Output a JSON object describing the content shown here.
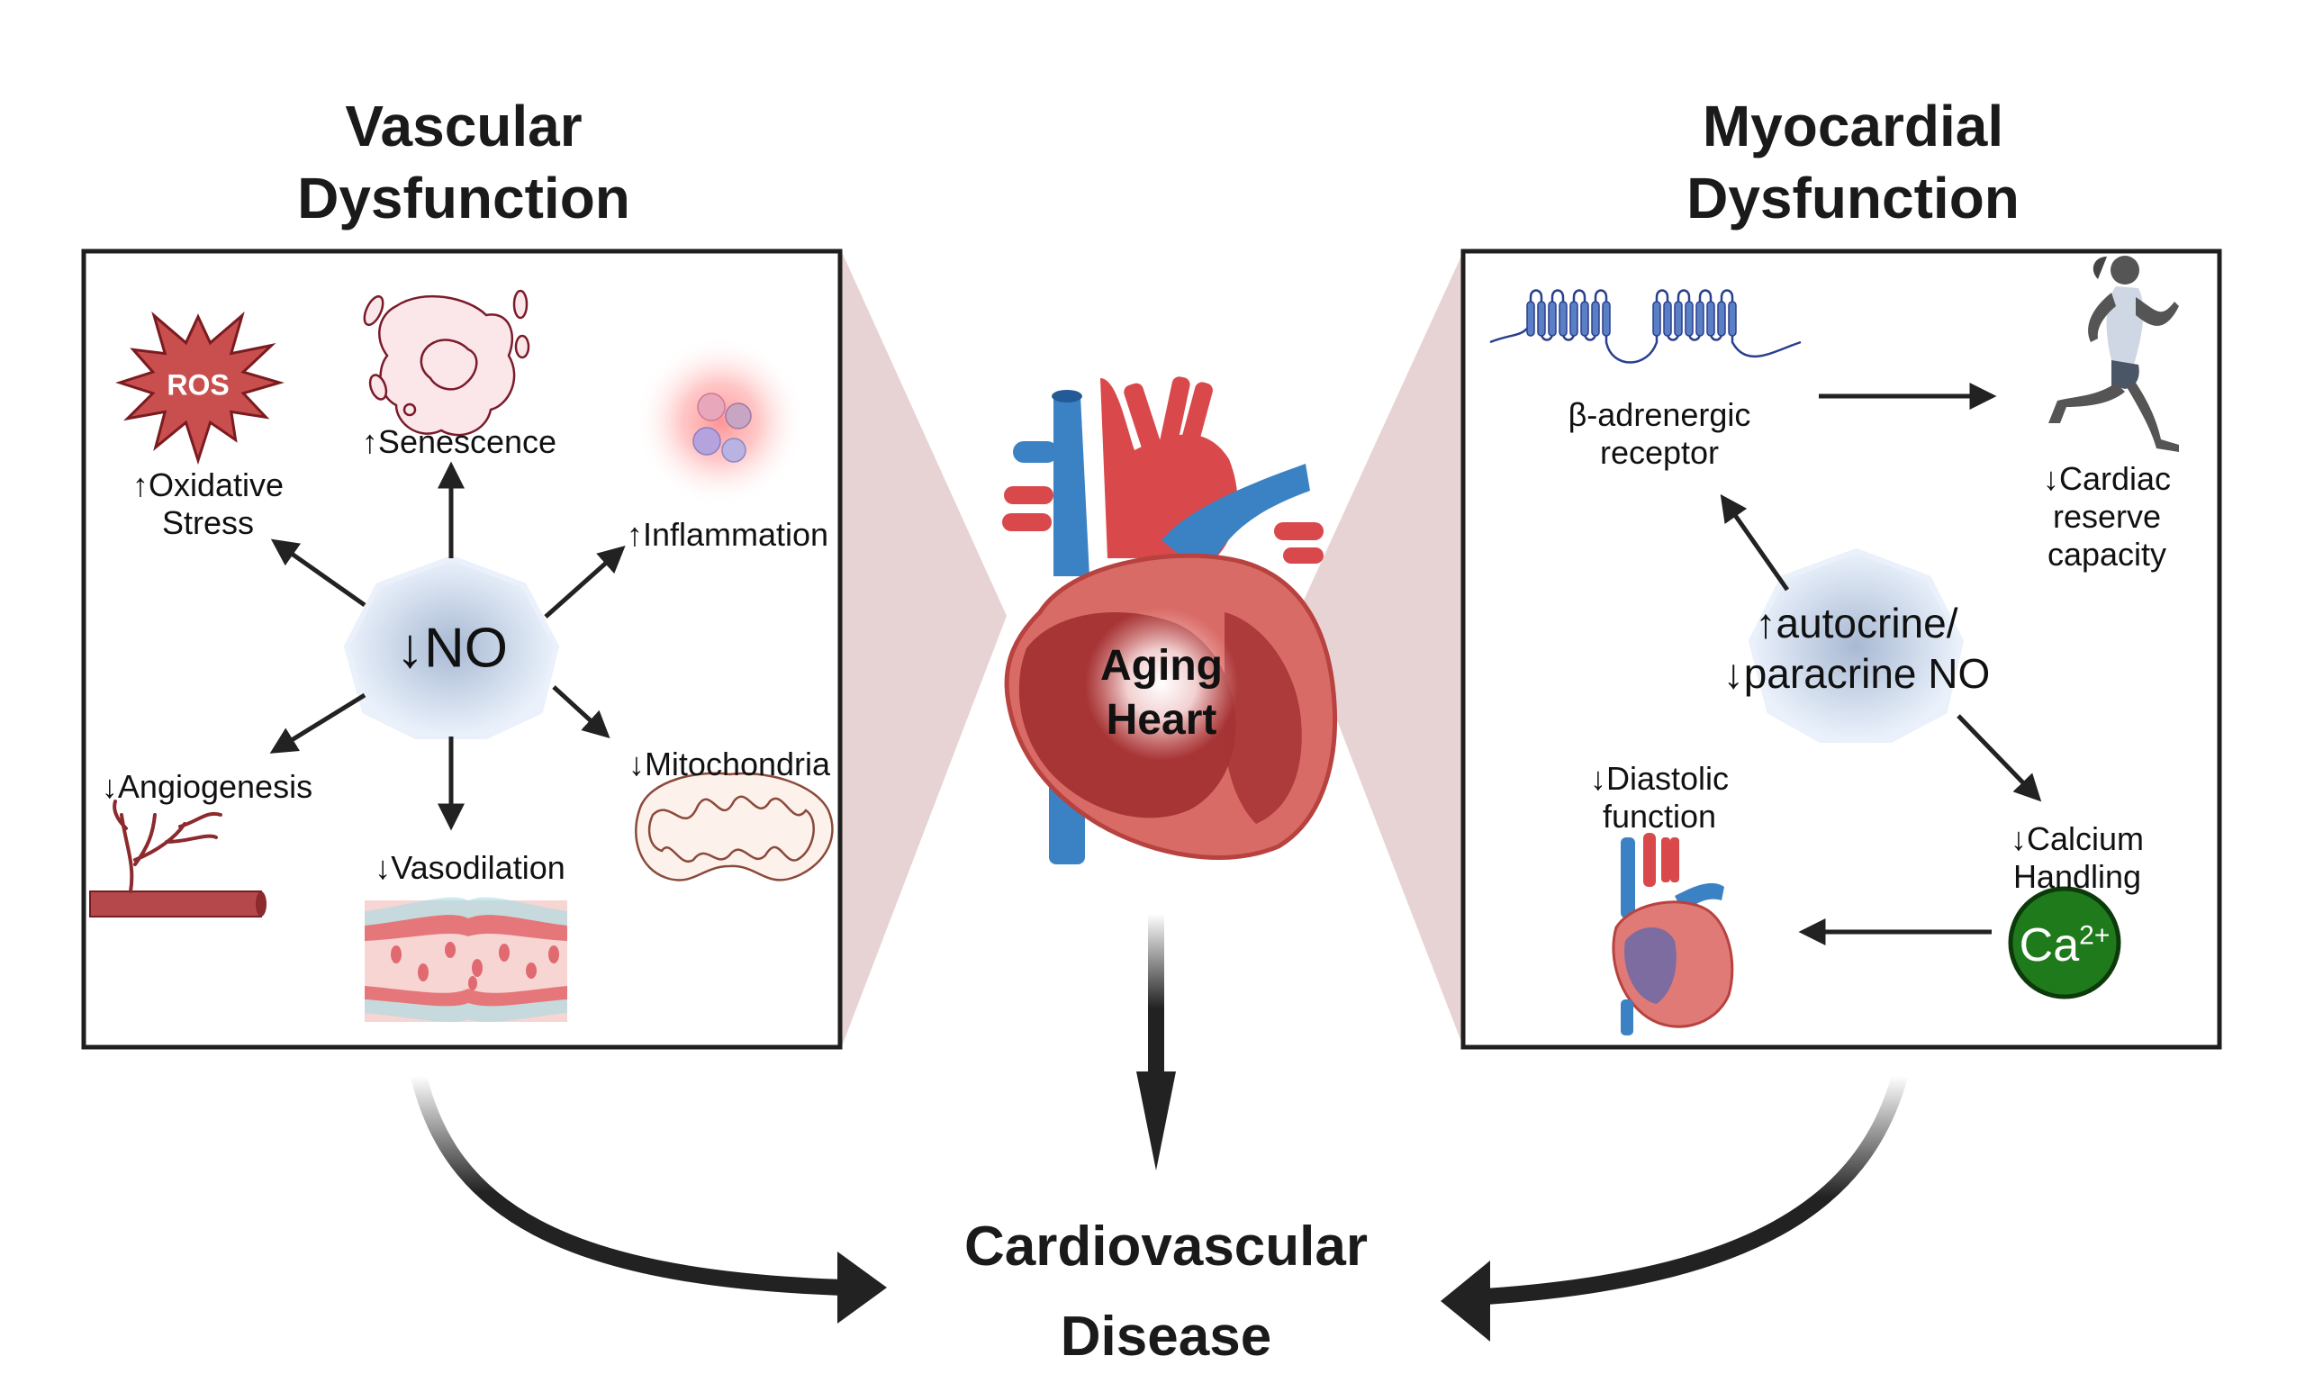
{
  "left_panel": {
    "title_line1": "Vascular",
    "title_line2": "Dysfunction",
    "center": "↓NO",
    "items": {
      "oxidative_stress": {
        "line1": "↑Oxidative",
        "line2": "Stress",
        "icon_text": "ROS"
      },
      "senescence": {
        "label": "↑Senescence"
      },
      "inflammation": {
        "label": "↑Inflammation"
      },
      "angiogenesis": {
        "label": "↓Angiogenesis"
      },
      "vasodilation": {
        "label": "↓Vasodilation"
      },
      "mitochondria": {
        "label": "↓Mitochondria"
      }
    }
  },
  "center_panel": {
    "heart_line1": "Aging",
    "heart_line2": "Heart",
    "outcome_line1": "Cardiovascular",
    "outcome_line2": "Disease"
  },
  "right_panel": {
    "title_line1": "Myocardial",
    "title_line2": "Dysfunction",
    "center_line1": "↑autocrine/",
    "center_line2": "↓paracrine NO",
    "items": {
      "beta_receptor": {
        "line1": "β-adrenergic",
        "line2": "receptor"
      },
      "cardiac_reserve": {
        "line1": "↓Cardiac",
        "line2": "reserve",
        "line3": "capacity"
      },
      "diastolic": {
        "line1": "↓Diastolic",
        "line2": "function"
      },
      "calcium": {
        "line1": "↓Calcium",
        "line2": "Handling",
        "icon_base": "Ca",
        "icon_sup": "2+"
      }
    }
  },
  "colors": {
    "wedge": "#e8d3d4",
    "arrow": "#222222",
    "ros_fill": "#c94f4f",
    "ros_stroke": "#7a1b20",
    "calcium_fill": "#1f7a1b",
    "calcium_stroke": "#0d3a0b",
    "receptor_blue": "#5a7fc4",
    "vein_blue": "#3b82c4",
    "artery_red": "#d9484a",
    "no_blob_center": "#a8b9d3",
    "no_blob_edge": "#eaf1fb"
  }
}
